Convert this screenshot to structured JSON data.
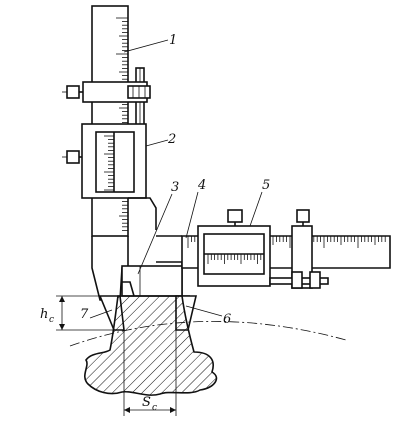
{
  "figure": {
    "part_labels": [
      "1",
      "2",
      "3",
      "4",
      "5",
      "6",
      "7"
    ],
    "dimension_labels": {
      "height": {
        "symbol": "h",
        "subscript": "c"
      },
      "width": {
        "symbol": "S",
        "subscript": "c"
      }
    }
  },
  "colors": {
    "ink": "#111111",
    "paper": "#ffffff"
  }
}
